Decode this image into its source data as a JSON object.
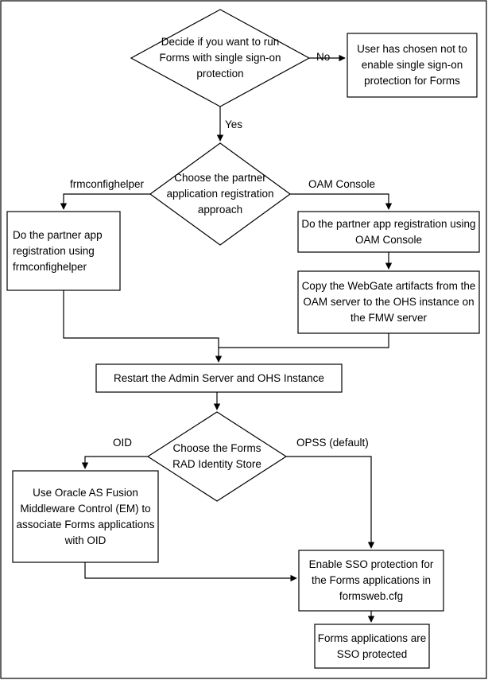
{
  "nodes": {
    "decide_sso": "Decide if you want to run Forms with single sign-on protection",
    "not_enabled": "User has chosen not to enable single sign-on protection for Forms",
    "choose_approach": "Choose the partner application registration approach",
    "register_frmconfighelper": "Do the partner app registration using frmconfighelper",
    "register_oam_console": "Do the partner app registration using OAM Console",
    "copy_webgate": "Copy the WebGate artifacts from the OAM server to the OHS instance on the FMW server",
    "restart": "Restart the Admin Server and OHS Instance",
    "choose_identity_store": "Choose the Forms RAD Identity Store",
    "use_em": "Use Oracle AS Fusion Middleware Control (EM) to associate Forms applications with OID",
    "enable_sso": "Enable SSO protection for the Forms applications in formsweb.cfg",
    "protected": "Forms applications are SSO protected"
  },
  "edge_labels": {
    "no": "No",
    "yes": "Yes",
    "frmconfighelper": "frmconfighelper",
    "oam_console": "OAM Console",
    "oid": "OID",
    "opss": "OPSS (default)"
  }
}
